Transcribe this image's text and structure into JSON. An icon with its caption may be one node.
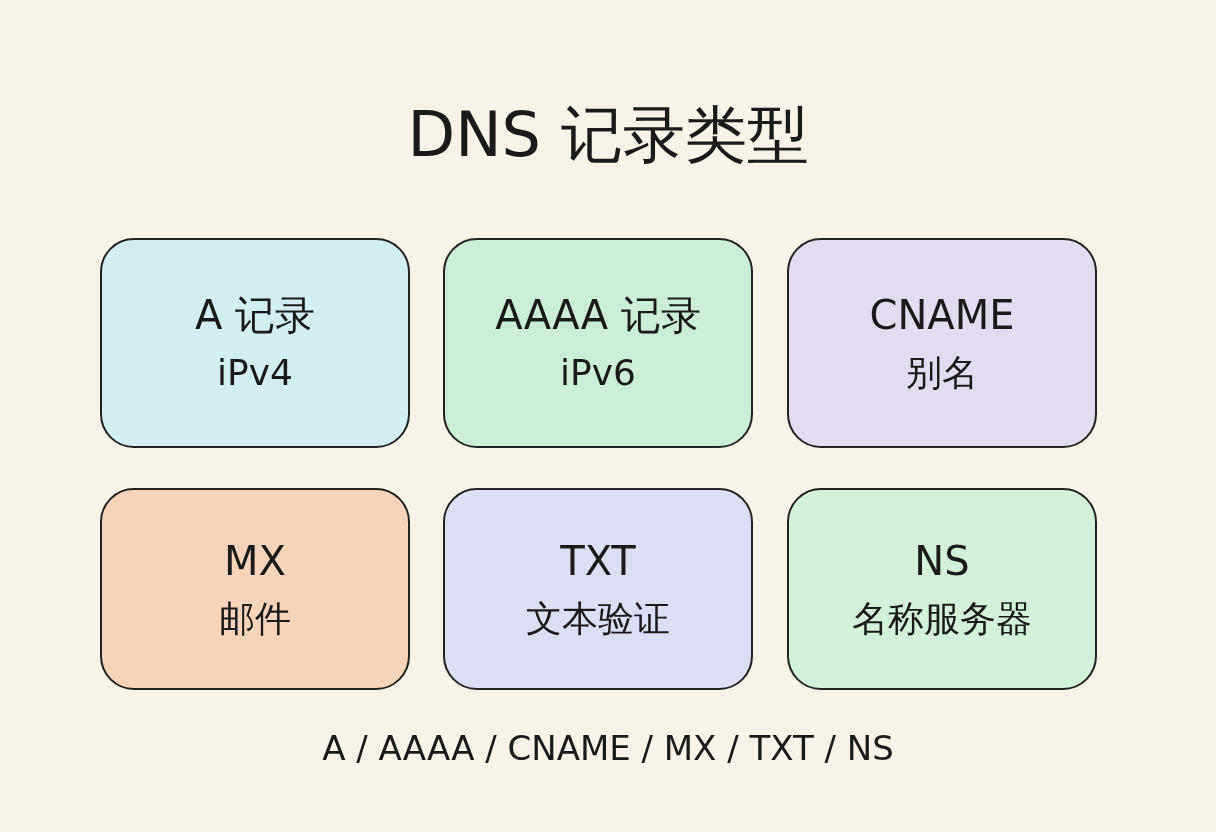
{
  "diagram": {
    "title": "DNS 记录类型",
    "nodes": [
      {
        "text": [
          "A 记录",
          "iPv4"
        ]
      },
      {
        "text": [
          "AAAA 记录",
          "iPv6"
        ]
      },
      {
        "text": [
          "CNAME",
          "别名"
        ]
      },
      {
        "text": [
          "MX",
          "邮件"
        ]
      },
      {
        "text": [
          "TXT",
          "文本验证"
        ]
      },
      {
        "text": [
          "NS",
          "名称服务器"
        ]
      }
    ],
    "labels": [
      "A / AAAA / CNAME / MX / TXT / NS"
    ]
  }
}
